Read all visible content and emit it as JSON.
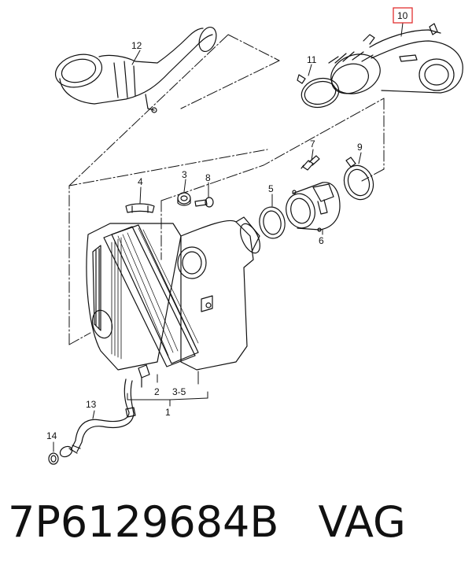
{
  "callouts": {
    "c1": "1",
    "c2": "2",
    "c3": "3",
    "c3_5": "3-5",
    "c4": "4",
    "c5": "5",
    "c6": "6",
    "c7": "7",
    "c8": "8",
    "c9": "9",
    "c10": "10",
    "c11": "11",
    "c12": "12",
    "c13": "13",
    "c14": "14"
  },
  "highlight_color": "#e02020",
  "caption": {
    "part_number": "7P6129684B",
    "brand": "VAG"
  }
}
